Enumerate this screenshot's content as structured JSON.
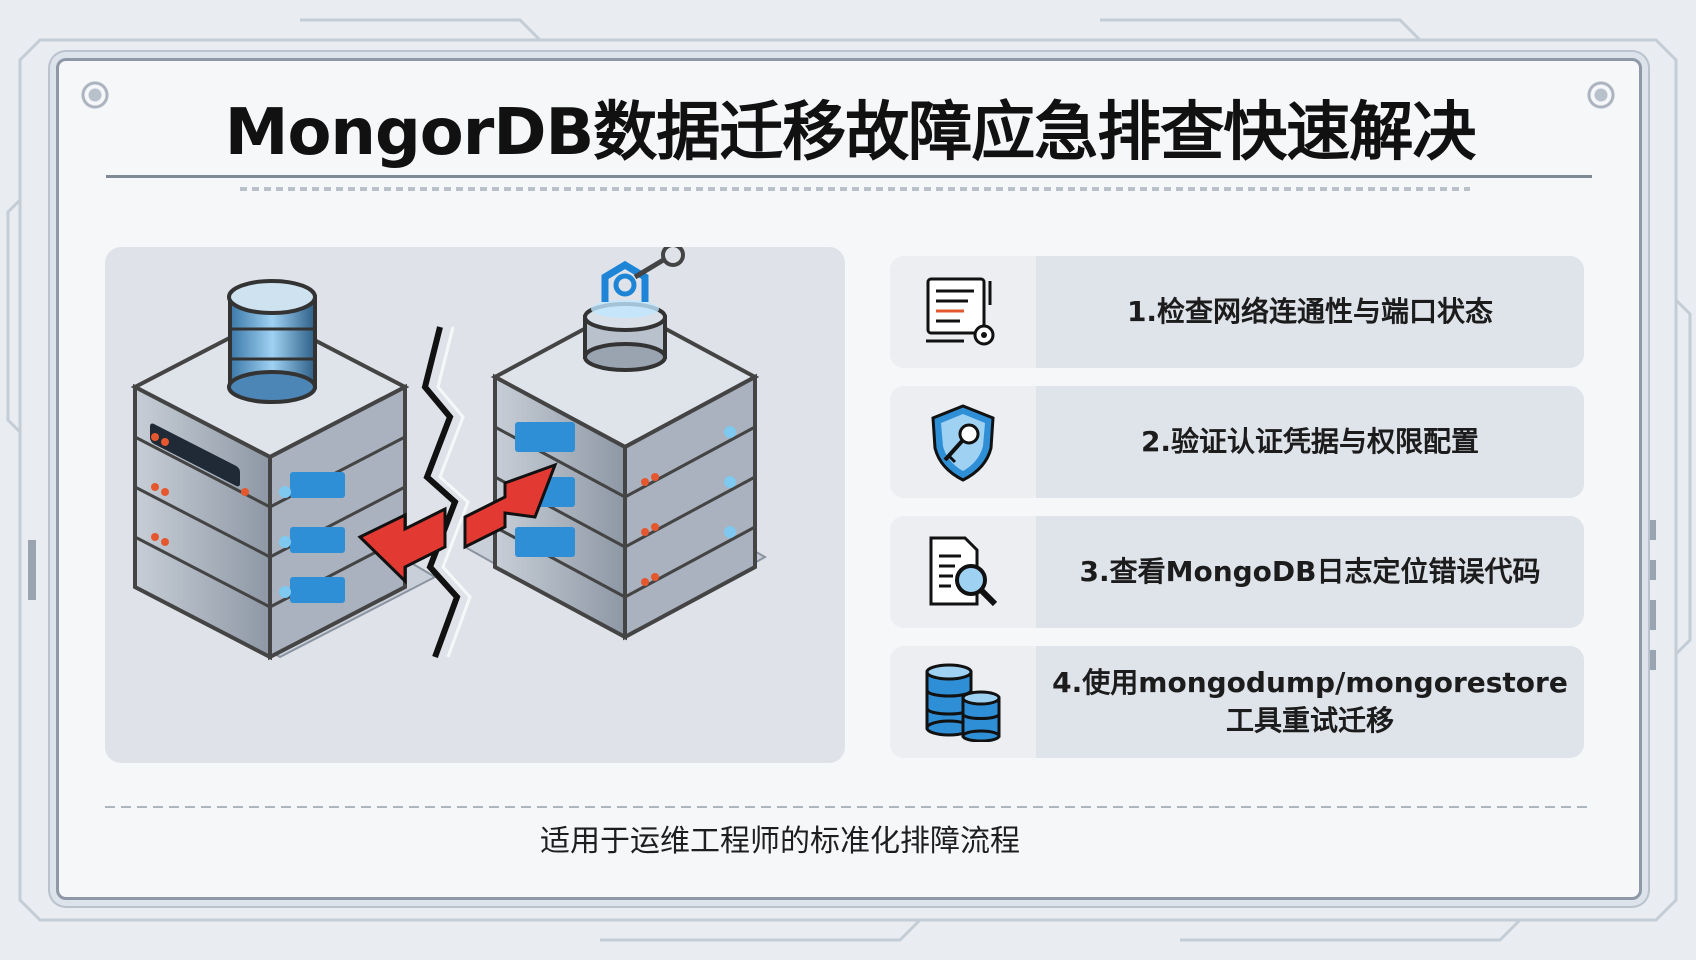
{
  "title": "MongorDB数据迁移故障应急排查快速解决",
  "steps": [
    {
      "lines": [
        "1.检查网络连通性与端口状态"
      ],
      "icon": "network-checklist-icon"
    },
    {
      "lines": [
        "2.验证认证凭据与权限配置"
      ],
      "icon": "shield-key-icon"
    },
    {
      "lines": [
        "3.查看MongoDB日志定位错误代码"
      ],
      "icon": "log-search-icon"
    },
    {
      "lines": [
        "4.使用mongodump/mongorestore",
        "工具重试迁移"
      ],
      "icon": "database-stack-icon"
    }
  ],
  "footer": "适用于运维工程师的标准化排障流程",
  "colors": {
    "accent_blue": "#2f8fd6",
    "arrow_red": "#e23a32",
    "server_gray": "#8d96a3"
  }
}
